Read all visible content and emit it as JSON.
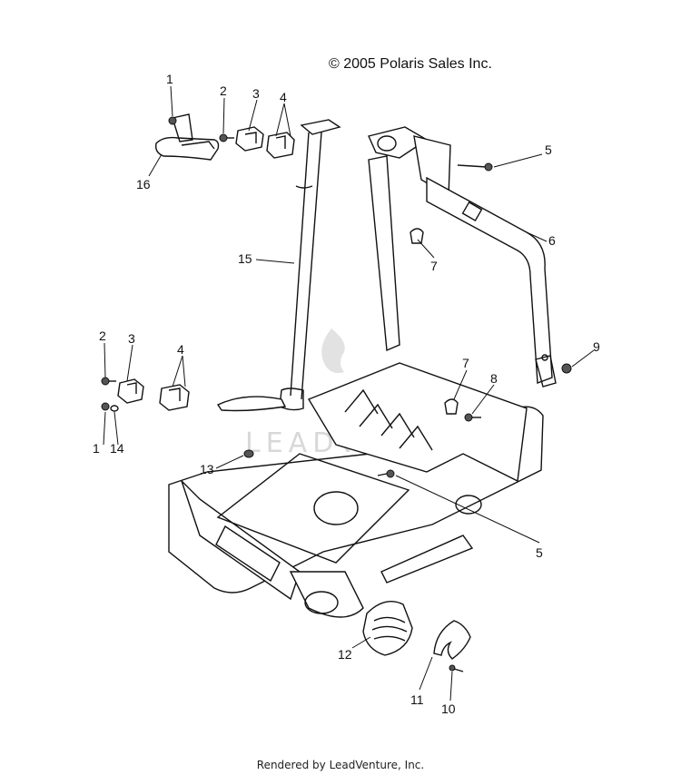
{
  "copyright": "© 2005 Polaris Sales Inc.",
  "footer": "Rendered by LeadVenture, Inc.",
  "watermark": "LEADVENTURE",
  "callouts": [
    "1",
    "2",
    "3",
    "4",
    "16",
    "5",
    "6",
    "7",
    "15",
    "9",
    "2",
    "3",
    "4",
    "7",
    "8",
    "1",
    "14",
    "13",
    "5",
    "12",
    "11",
    "10"
  ]
}
